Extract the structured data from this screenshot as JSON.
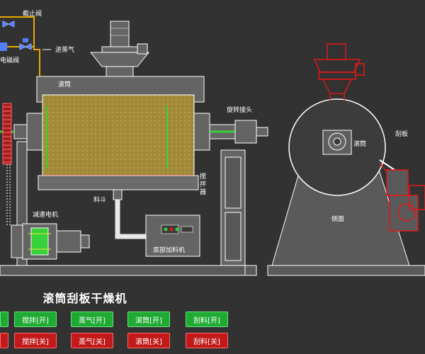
{
  "title": "滚筒刮板干燥机",
  "labels": {
    "stop_valve": "截止阀",
    "steam_in": "进蒸气",
    "solenoid_valve": "电磁阀",
    "drum_top": "滚筒",
    "rotary_joint": "旋转接头",
    "agitator_1": "搅",
    "agitator_2": "拌",
    "agitator_3": "器",
    "hopper": "料斗",
    "reducer_motor": "减速电机",
    "bottom_feeder": "底部加料机",
    "drum_side": "滚筒",
    "scraper": "刮板",
    "side_view": "侧面"
  },
  "buttons": {
    "on_row": [
      {
        "label": ""
      },
      {
        "label": "搅拌[开]"
      },
      {
        "label": "蒸气[开]"
      },
      {
        "label": "滚筒[开]"
      },
      {
        "label": "刮料[开]"
      }
    ],
    "off_row": [
      {
        "label": ""
      },
      {
        "label": "搅拌[关]"
      },
      {
        "label": "蒸气[关]"
      },
      {
        "label": "滚筒[关]"
      },
      {
        "label": "刮料[关]"
      }
    ]
  },
  "colors": {
    "background": "#323232",
    "outline": "#ffffff",
    "green_line": "#39d139",
    "machine_fill": "#646464",
    "drum_fill": "#a08a38",
    "red_part": "#e01818",
    "on_button": "#1faa33",
    "off_button": "#c21a1a"
  }
}
